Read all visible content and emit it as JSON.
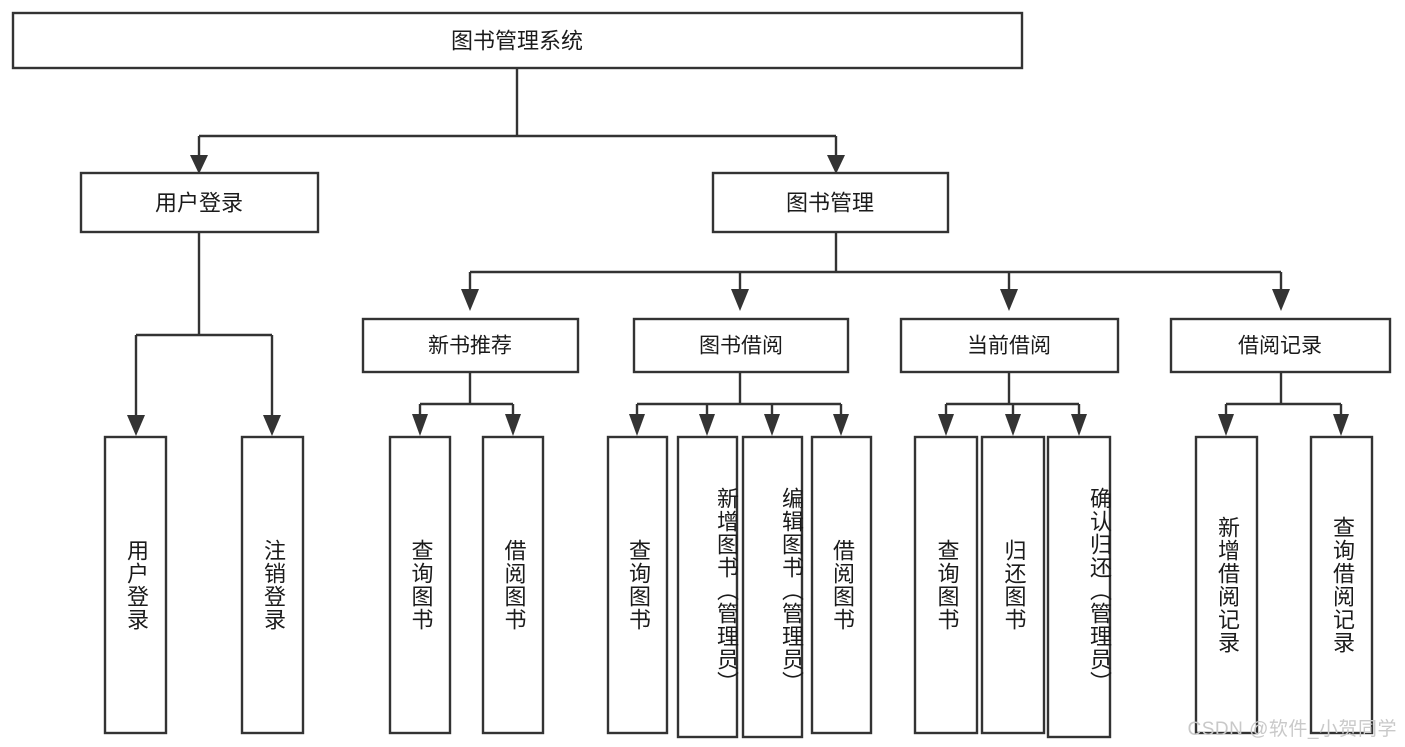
{
  "diagram": {
    "type": "tree-hierarchy",
    "title": "图书管理系统",
    "root": {
      "id": "root",
      "label": "图书管理系统",
      "orientation": "horizontal"
    },
    "level2": [
      {
        "id": "user-login",
        "label": "用户登录",
        "orientation": "horizontal"
      },
      {
        "id": "book-manage",
        "label": "图书管理",
        "orientation": "horizontal"
      }
    ],
    "level3": [
      {
        "id": "new-book-rec",
        "label": "新书推荐",
        "parent": "book-manage",
        "orientation": "horizontal"
      },
      {
        "id": "book-borrow",
        "label": "图书借阅",
        "parent": "book-manage",
        "orientation": "horizontal"
      },
      {
        "id": "current-borrow",
        "label": "当前借阅",
        "parent": "book-manage",
        "orientation": "horizontal"
      },
      {
        "id": "borrow-record",
        "label": "借阅记录",
        "parent": "book-manage",
        "orientation": "horizontal"
      }
    ],
    "leaves": [
      {
        "id": "leaf-user-login",
        "label": "用户登录",
        "parent": "user-login",
        "orientation": "vertical"
      },
      {
        "id": "leaf-logout",
        "label": "注销登录",
        "parent": "user-login",
        "orientation": "vertical"
      },
      {
        "id": "leaf-query-book-1",
        "label": "查询图书",
        "parent": "new-book-rec",
        "orientation": "vertical"
      },
      {
        "id": "leaf-borrow-book-1",
        "label": "借阅图书",
        "parent": "new-book-rec",
        "orientation": "vertical"
      },
      {
        "id": "leaf-query-book-2",
        "label": "查询图书",
        "parent": "book-borrow",
        "orientation": "vertical"
      },
      {
        "id": "leaf-add-book",
        "label": "新增图书（管理员）",
        "parent": "book-borrow",
        "orientation": "vertical"
      },
      {
        "id": "leaf-edit-book",
        "label": "编辑图书（管理员）",
        "parent": "book-borrow",
        "orientation": "vertical"
      },
      {
        "id": "leaf-borrow-book-2",
        "label": "借阅图书",
        "parent": "book-borrow",
        "orientation": "vertical"
      },
      {
        "id": "leaf-query-book-3",
        "label": "查询图书",
        "parent": "current-borrow",
        "orientation": "vertical"
      },
      {
        "id": "leaf-return-book",
        "label": "归还图书",
        "parent": "current-borrow",
        "orientation": "vertical"
      },
      {
        "id": "leaf-confirm-return",
        "label": "确认归还（管理员）",
        "parent": "current-borrow",
        "orientation": "vertical"
      },
      {
        "id": "leaf-add-record",
        "label": "新增借阅记录",
        "parent": "borrow-record",
        "orientation": "vertical"
      },
      {
        "id": "leaf-query-record",
        "label": "查询借阅记录",
        "parent": "borrow-record",
        "orientation": "vertical"
      }
    ],
    "colors": {
      "box_stroke": "#333333",
      "box_fill": "#ffffff",
      "text": "#1b1b1b",
      "connector": "#333333",
      "background": "#ffffff",
      "watermark": "#c9c9c9"
    }
  },
  "watermark": {
    "text": "CSDN @软件_小贺同学"
  }
}
